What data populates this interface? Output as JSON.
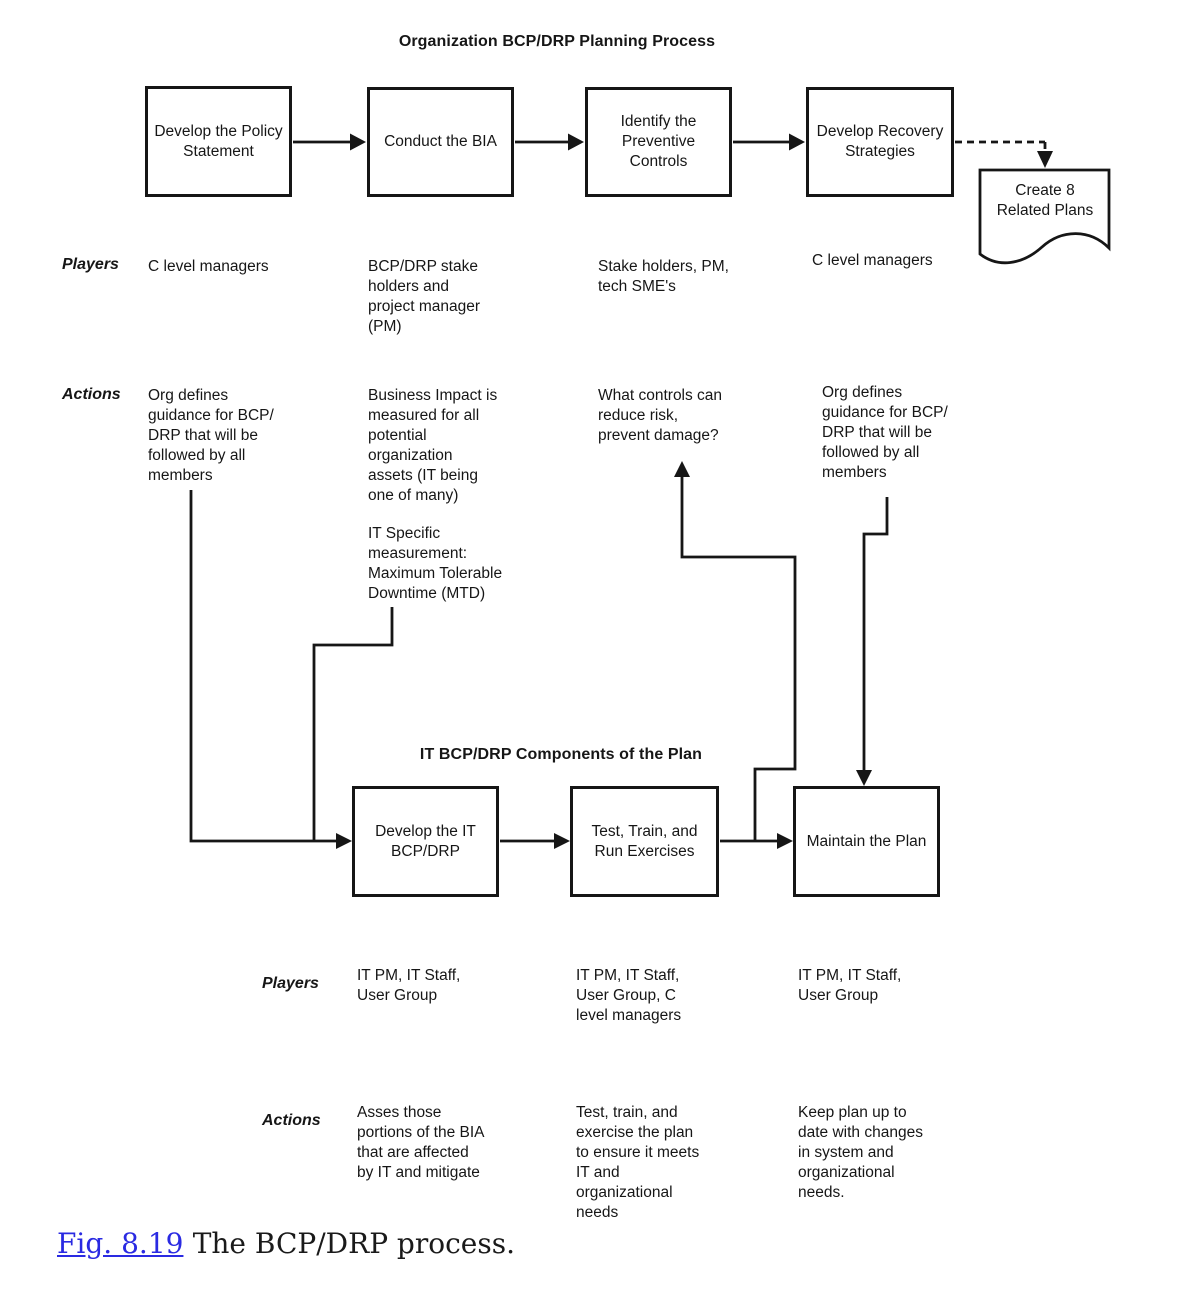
{
  "top_flow": {
    "title": "Organization BCP/DRP Planning Process",
    "steps": [
      "Develop the Policy\nStatement",
      "Conduct the BIA",
      "Identify the\nPreventive\nControls",
      "Develop Recovery\nStrategies"
    ],
    "document_label": "Create 8\nRelated Plans",
    "players_label": "Players",
    "players": [
      "C level managers",
      "BCP/DRP stake\nholders and\nproject manager\n(PM)",
      "Stake holders, PM,\ntech SME's",
      "C level managers"
    ],
    "actions_label": "Actions",
    "actions": [
      "Org defines\nguidance for BCP/\nDRP that will be\nfollowed by all\nmembers",
      "Business Impact is\nmeasured for all\npotential\norganization\nassets (IT being\none of many)",
      "What controls can\nreduce risk,\nprevent damage?",
      "Org defines\nguidance for BCP/\nDRP that will be\nfollowed by all\nmembers"
    ],
    "actions_it_note": "IT Specific\nmeasurement:\nMaximum Tolerable\nDowntime (MTD)"
  },
  "it_flow": {
    "title": "IT BCP/DRP Components of the Plan",
    "steps": [
      "Develop the IT\nBCP/DRP",
      "Test, Train, and\nRun Exercises",
      "Maintain the Plan"
    ],
    "players_label": "Players",
    "players": [
      "IT PM, IT Staff,\nUser Group",
      "IT PM, IT Staff,\nUser Group, C\nlevel managers",
      "IT PM, IT Staff,\nUser Group"
    ],
    "actions_label": "Actions",
    "actions": [
      "Asses those\nportions of the BIA\nthat are affected\nby IT and mitigate",
      "Test, train, and\nexercise the plan\nto ensure it meets\nIT and\norganizational\nneeds",
      "Keep plan up to\ndate with changes\nin system and\norganizational\nneeds."
    ]
  },
  "caption": {
    "link": "Fig. 8.19",
    "text": "The BCP/DRP process."
  },
  "colors": {
    "ink": "#161616",
    "link_blue": "#2a2ae2"
  }
}
